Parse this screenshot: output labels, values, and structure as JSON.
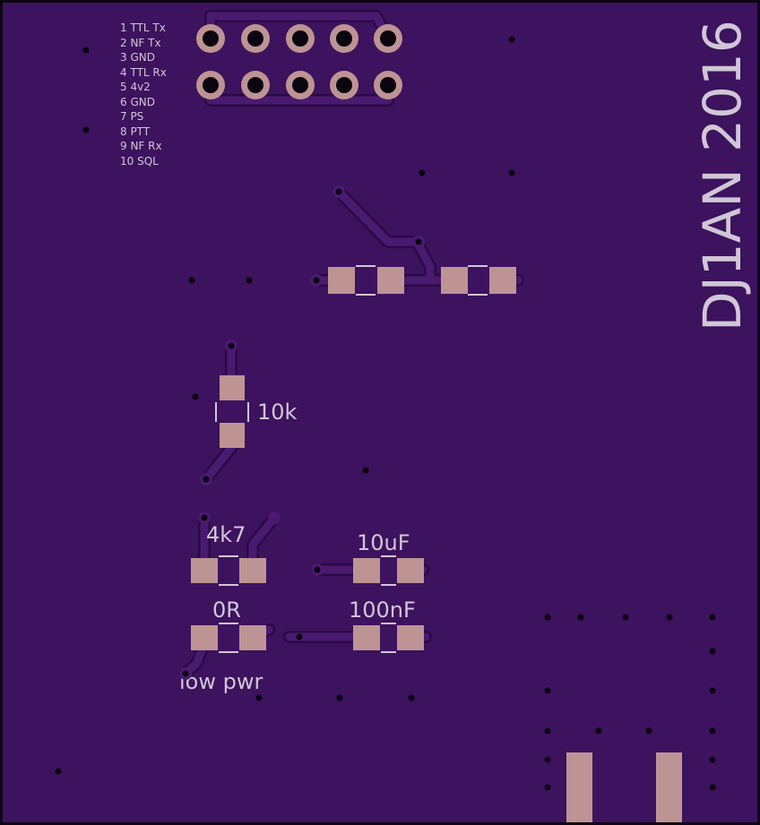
{
  "board": {
    "title": "DJ1AN 2016",
    "colors": {
      "outline": "#0c0612",
      "soldermask": "#3d125e",
      "trace": "#4a1a70",
      "trace_edge": "#2a0b45",
      "copper": "#bd9493",
      "silkscreen": "#cfc7d6",
      "drill": "#0a0610"
    }
  },
  "pinout": [
    "1 TTL Tx",
    "2 NF Tx",
    "3 GND",
    "4 TTL Rx",
    "5 4v2",
    "6 GND",
    "7 PS",
    "8 PTT",
    "9 NF Rx",
    "10 SQL"
  ],
  "components": {
    "r_10k": "10k",
    "r_4k7": "4k7",
    "r_0r": "0R",
    "c_10uf": "10uF",
    "c_100nf": "100nF",
    "low_pwr": "low pwr"
  }
}
